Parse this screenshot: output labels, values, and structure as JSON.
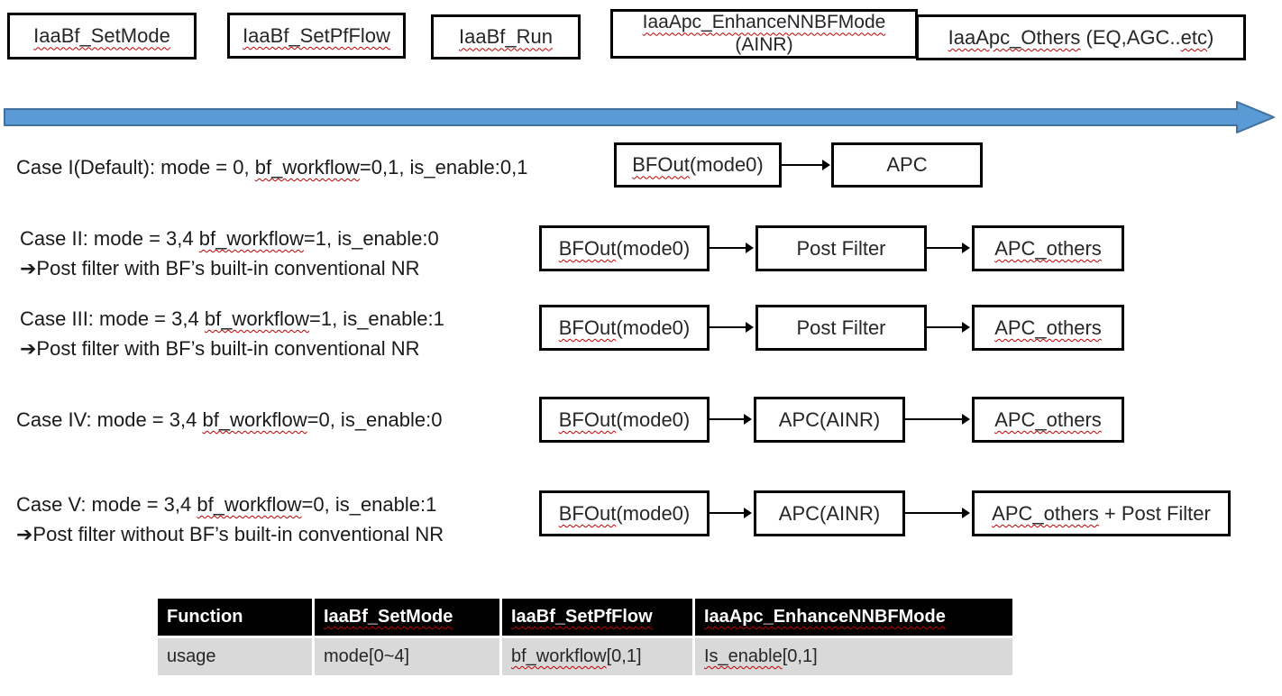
{
  "colors": {
    "timeline_fill": "#5b9bd5",
    "timeline_stroke": "#41719c",
    "box_border": "#000000",
    "squiggle": "#c00000",
    "table_header_bg": "#000000",
    "table_header_text": "#ffffff",
    "table_row_bg": "#d9d9d9"
  },
  "top_row": {
    "box1": {
      "text": "IaaBf_SetMode"
    },
    "box2": {
      "text": "IaaBf_SetPfFlow"
    },
    "box3": {
      "text": "IaaBf_Run"
    },
    "box4": {
      "line1": "IaaApc_EnhanceNNBFMode",
      "line2": "(AINR)"
    },
    "box5": {
      "p1": "IaaApc_Others",
      "p2": " (EQ,AGC..",
      "p3": "etc",
      "p4": ")"
    }
  },
  "cases": [
    {
      "label_p1": "Case I(Default): mode = 0, ",
      "label_p2": "bf_workflow",
      "label_p3": "=0,1, is_enable:0,1",
      "note": "",
      "b1a": "BFOut",
      "b1b": "(mode0)",
      "b2": "APC"
    },
    {
      "label_p1": "Case II: mode = 3,4 ",
      "label_p2": "bf_workflow",
      "label_p3": "=1, is_enable:0",
      "note": "➔Post filter with BF’s built-in conventional NR",
      "b1a": "BFOut",
      "b1b": "(mode0)",
      "b2": "Post Filter",
      "b3": "APC_others"
    },
    {
      "label_p1": "Case III: mode = 3,4 ",
      "label_p2": "bf_workflow",
      "label_p3": "=1, is_enable:1",
      "note": "➔Post filter with BF’s built-in conventional NR",
      "b1a": "BFOut",
      "b1b": "(mode0)",
      "b2": "Post Filter",
      "b3": "APC_others"
    },
    {
      "label_p1": "Case IV: mode = 3,4 ",
      "label_p2": "bf_workflow",
      "label_p3": "=0, is_enable:0",
      "note": "",
      "b1a": "BFOut",
      "b1b": "(mode0)",
      "b2": "APC(AINR)",
      "b3": "APC_others"
    },
    {
      "label_p1": "Case V: mode = 3,4 ",
      "label_p2": "bf_workflow",
      "label_p3": "=0, is_enable:1",
      "note": "➔Post filter without BF’s built-in conventional NR",
      "b1a": "BFOut",
      "b1b": "(mode0)",
      "b2": "APC(AINR)",
      "b3a": "APC_others",
      "b3b": " + Post Filter"
    }
  ],
  "table": {
    "headers": {
      "c0": "Function",
      "c1": "IaaBf_SetMode",
      "c2": "IaaBf_SetPfFlow",
      "c3": "IaaApc_EnhanceNNBFMode"
    },
    "row": {
      "c0": "usage",
      "c1": "mode[0~4]",
      "c2a": "bf_workflow",
      "c2b": "[0,1]",
      "c3a": "Is_enable",
      "c3b": "[0,1]"
    }
  }
}
